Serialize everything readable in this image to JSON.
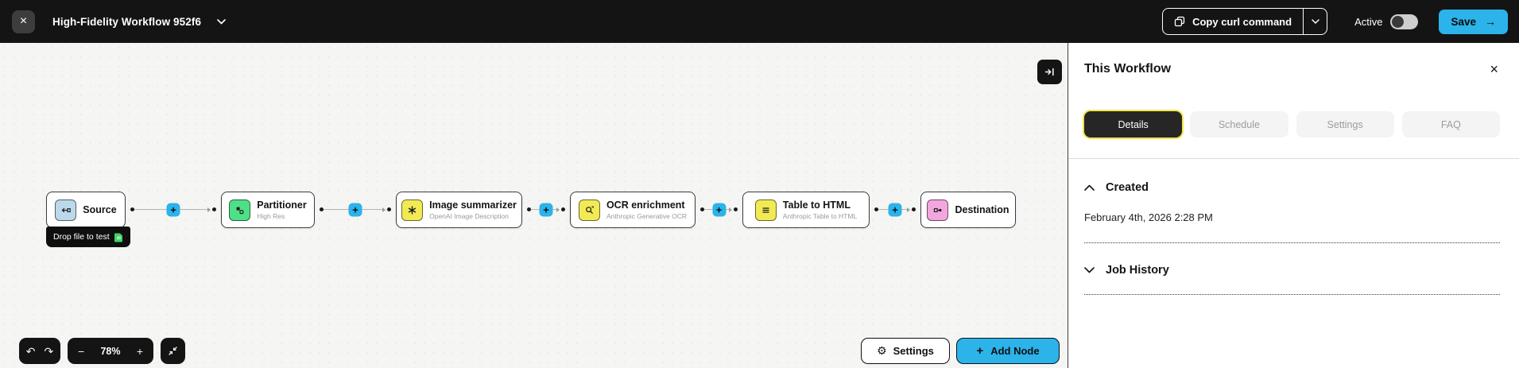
{
  "topbar": {
    "title": "High-Fidelity Workflow 952f6",
    "copy_curl": {
      "label": "Copy curl command"
    },
    "active": {
      "label": "Active",
      "state": "off"
    },
    "save": {
      "label": "Save"
    }
  },
  "canvas": {
    "nodes": [
      {
        "title": "Source",
        "icon": "source-icon"
      },
      {
        "title": "Partitioner",
        "subtitle": "High Res",
        "icon": "partitioner-icon"
      },
      {
        "title": "Image summarizer",
        "subtitle": "OpenAI Image Description",
        "icon": "image-summarizer-icon"
      },
      {
        "title": "OCR enrichment",
        "subtitle": "Anthropic Generative OCR",
        "icon": "ocr-enrichment-icon"
      },
      {
        "title": "Table to HTML",
        "subtitle": "Anthropic Table to HTML",
        "icon": "table-to-html-icon"
      },
      {
        "title": "Destination",
        "icon": "destination-icon"
      }
    ],
    "drop_tooltip": "Drop file to test",
    "zoom_level": "78%",
    "settings_button": "Settings",
    "add_node_button": "Add Node"
  },
  "panel": {
    "title": "This Workflow",
    "tabs": [
      {
        "label": "Details",
        "active": true
      },
      {
        "label": "Schedule",
        "active": false
      },
      {
        "label": "Settings",
        "active": false
      },
      {
        "label": "FAQ",
        "active": false
      }
    ],
    "created": {
      "label": "Created",
      "value": "February 4th, 2026 2:28 PM"
    },
    "job_history": {
      "label": "Job History"
    }
  },
  "icons": {
    "plus": "+",
    "minus": "−",
    "undo": "↶",
    "redo": "↷",
    "gear": "⚙",
    "close": "×",
    "arrow_right": "→"
  },
  "colors": {
    "accent_blue": "#2BB3EA",
    "topbar_bg": "#141414",
    "tab_active_ring": "#F0E64A",
    "node_icon_source": "#BCD9EA",
    "node_icon_partitioner": "#4EE087",
    "node_icon_enrichment": "#F2EA55",
    "node_icon_destination": "#F2A6DD",
    "file_icon_green": "#3FD466"
  }
}
